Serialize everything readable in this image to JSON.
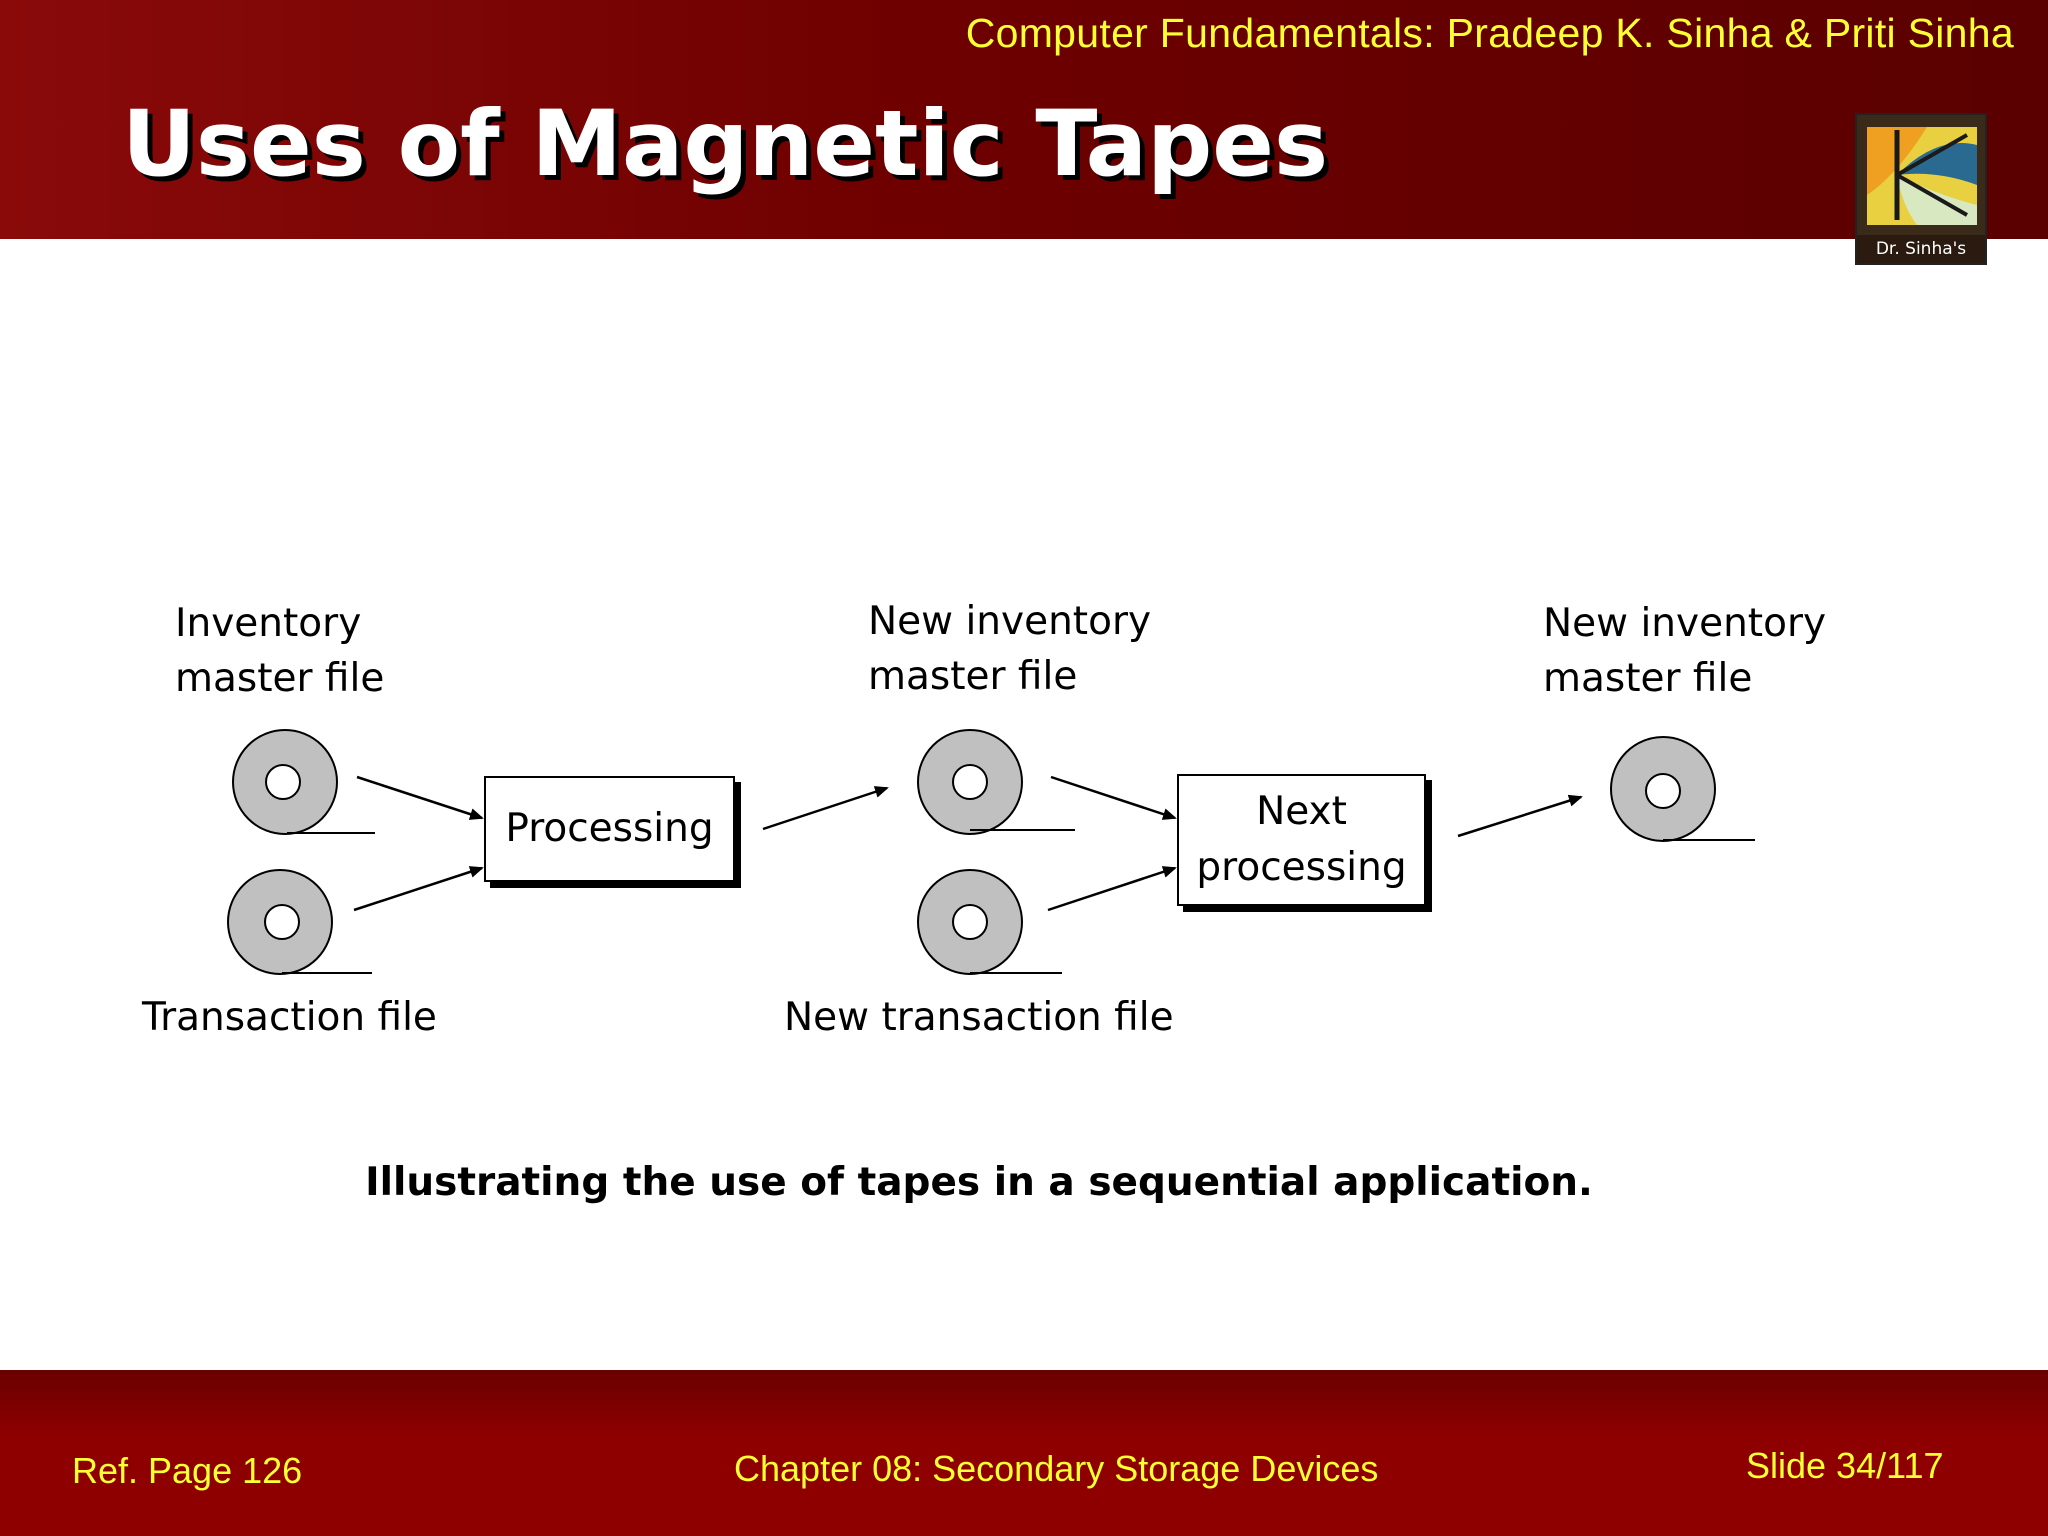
{
  "header": {
    "book_title": "Computer Fundamentals: Pradeep K. Sinha & Priti Sinha",
    "slide_title": "Uses of Magnetic Tapes",
    "logo_text": "Dr. Sinha's"
  },
  "diagram": {
    "labels": {
      "inventory_master": [
        "Inventory",
        "master file"
      ],
      "transaction_file": "Transaction file",
      "new_inventory_master_1": [
        "New inventory",
        "master file"
      ],
      "new_transaction_file": "New transaction file",
      "new_inventory_master_2": [
        "New inventory",
        "master file"
      ]
    },
    "boxes": {
      "processing": "Processing",
      "next_processing": [
        "Next",
        "processing"
      ]
    },
    "caption": "Illustrating the use of tapes in a sequential application."
  },
  "footer": {
    "ref_page": "Ref. Page  126",
    "chapter": "Chapter 08: Secondary Storage Devices",
    "slide_number": "Slide 34/117"
  },
  "colors": {
    "header_bg": "#6e0000",
    "footer_bg": "#8e0000",
    "accent_text": "#ffff33",
    "reel_fill": "#c0c0c0"
  }
}
